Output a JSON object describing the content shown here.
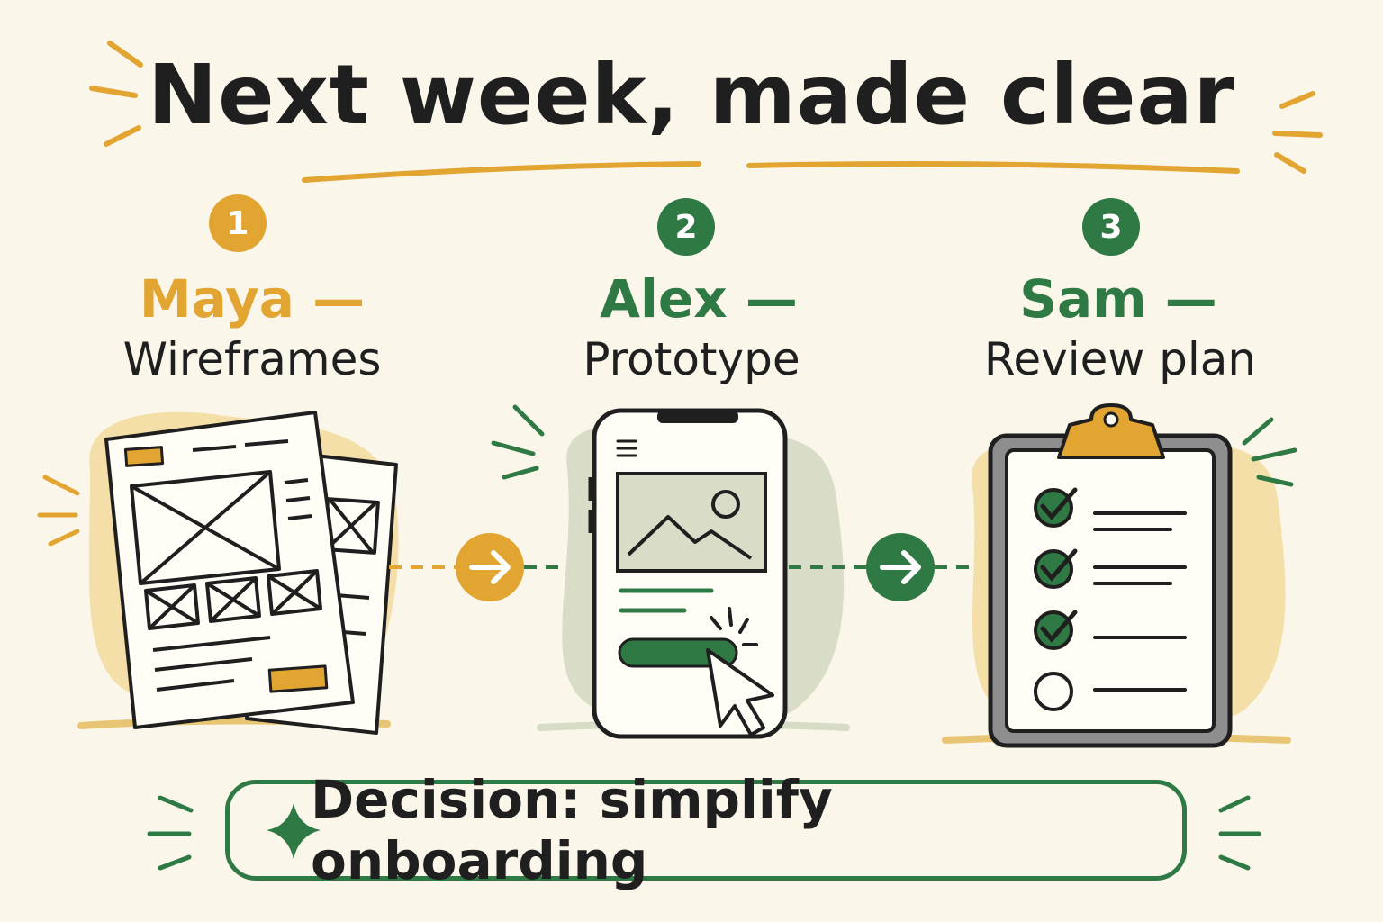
{
  "title": "Next week, made clear",
  "steps": [
    {
      "number": "1",
      "name": "Maya —",
      "task": "Wireframes"
    },
    {
      "number": "2",
      "name": "Alex —",
      "task": "Prototype"
    },
    {
      "number": "3",
      "name": "Sam —",
      "task": "Review plan"
    }
  ],
  "decision": {
    "text": "Decision: simplify onboarding"
  },
  "colors": {
    "orange": "#e3a531",
    "green": "#2f7a44",
    "ink": "#1f1f1f",
    "background": "#faf6ea",
    "orange_blob": "#f5dfa8",
    "green_blob": "#d9dcc6"
  },
  "icons": [
    "wireframe-pages-icon",
    "phone-prototype-icon",
    "clipboard-checklist-icon",
    "sparkle-icon",
    "arrow-right-icon",
    "cursor-icon"
  ]
}
